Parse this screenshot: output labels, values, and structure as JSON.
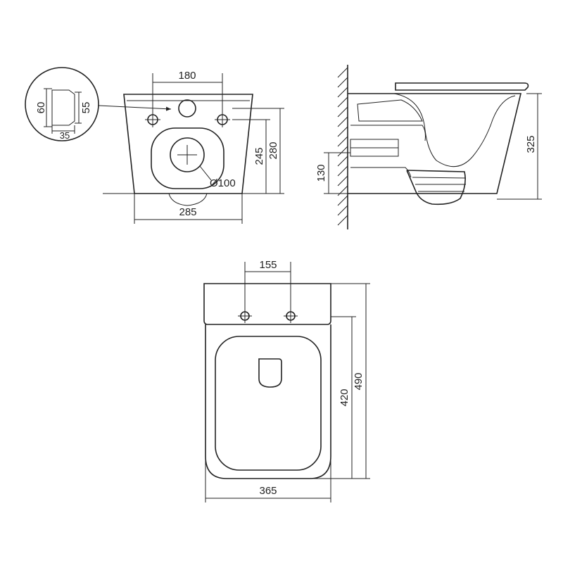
{
  "front_view": {
    "hole_spacing": "180",
    "total_height": "280",
    "bolt_height": "245",
    "outlet_diameter": "Ø100",
    "width": "285"
  },
  "inset_detail": {
    "outer_height": "60",
    "inner_height": "55",
    "depth": "35"
  },
  "side_view": {
    "height": "325",
    "inlet_height": "130"
  },
  "top_view": {
    "hole_spacing": "155",
    "seat_length": "420",
    "total_length": "490",
    "width": "365"
  },
  "colors": {
    "line": "#222222",
    "background": "#ffffff"
  }
}
